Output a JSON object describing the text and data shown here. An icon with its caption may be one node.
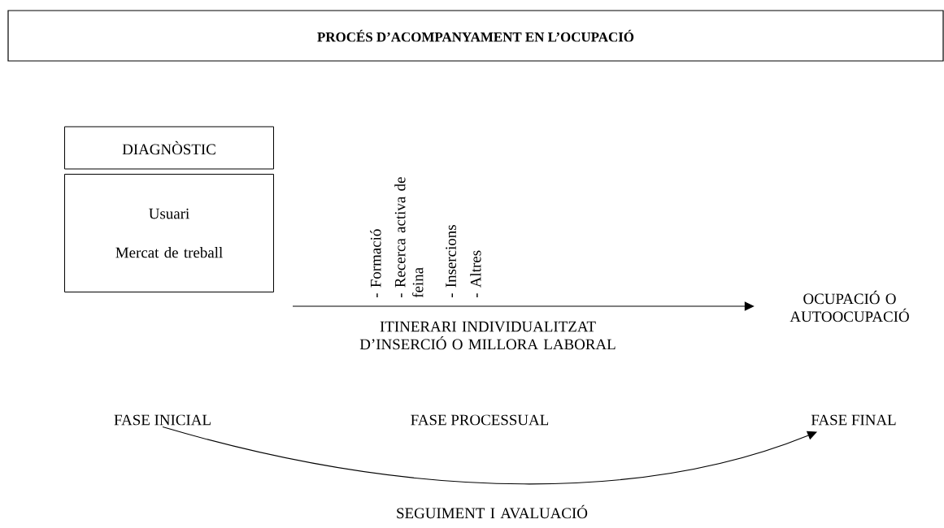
{
  "diagram": {
    "title": "PROCÉS D’ACOMPANYAMENT EN L’OCUPACIÓ",
    "nodes": [
      {
        "text": [
          "DIAGNÒSTIC"
        ]
      },
      {
        "text": [
          "Usuari",
          "Mercat de treball"
        ]
      },
      {
        "text": [
          "OCUPACIÓ O AUTOOCUPACIÓ"
        ]
      },
      {
        "text": [
          "FASE INICIAL"
        ]
      },
      {
        "text": [
          "FASE FINAL"
        ]
      }
    ],
    "edges": [
      {
        "from": null,
        "to": 2,
        "arrow": "to",
        "label": "ITINERARI INDIVIDUALITZAT D’INSERCIÓ O MILLORA LABORAL"
      },
      {
        "from": 3,
        "to": 4,
        "arrow": "to",
        "label": "SEGUIMENT I AVALUACIÓ"
      }
    ],
    "labels": [
      "- Formació",
      "- Recerca activa de feina",
      "- Insercions",
      "- Altres",
      "FASE PROCESSUAL"
    ]
  }
}
